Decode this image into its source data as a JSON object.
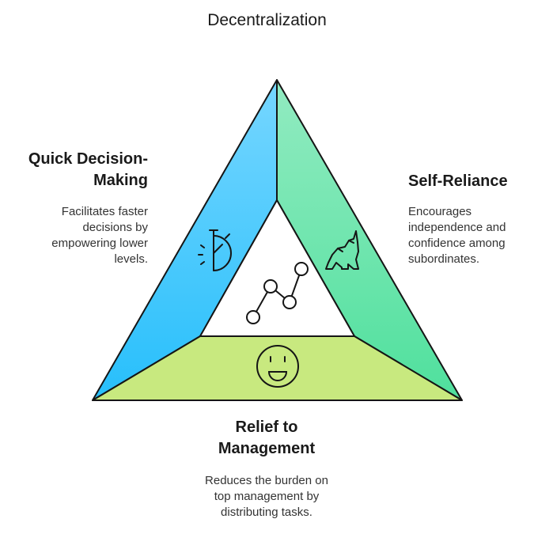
{
  "title": "Decentralization",
  "sections": {
    "quick_decision": {
      "heading": "Quick Decision-Making",
      "heading_lines": [
        "Quick Decision-",
        "Making"
      ],
      "description_lines": [
        "Facilitates faster",
        "decisions by",
        "empowering lower",
        "levels."
      ],
      "icon": "stopwatch-icon",
      "color": "#3ec6fb"
    },
    "self_reliance": {
      "heading": "Self-Reliance",
      "description_lines": [
        "Encourages",
        "independence and",
        "confidence among",
        "subordinates."
      ],
      "icon": "wolf-howling-icon",
      "color": "#5de0a4"
    },
    "relief": {
      "heading": "Relief to Management",
      "heading_lines": [
        "Relief to",
        "Management"
      ],
      "description_lines": [
        "Reduces the burden on",
        "top management by",
        "distributing tasks."
      ],
      "icon": "smiley-face-icon",
      "color": "#c7e97c"
    }
  },
  "center": {
    "icon": "network-path-icon"
  }
}
